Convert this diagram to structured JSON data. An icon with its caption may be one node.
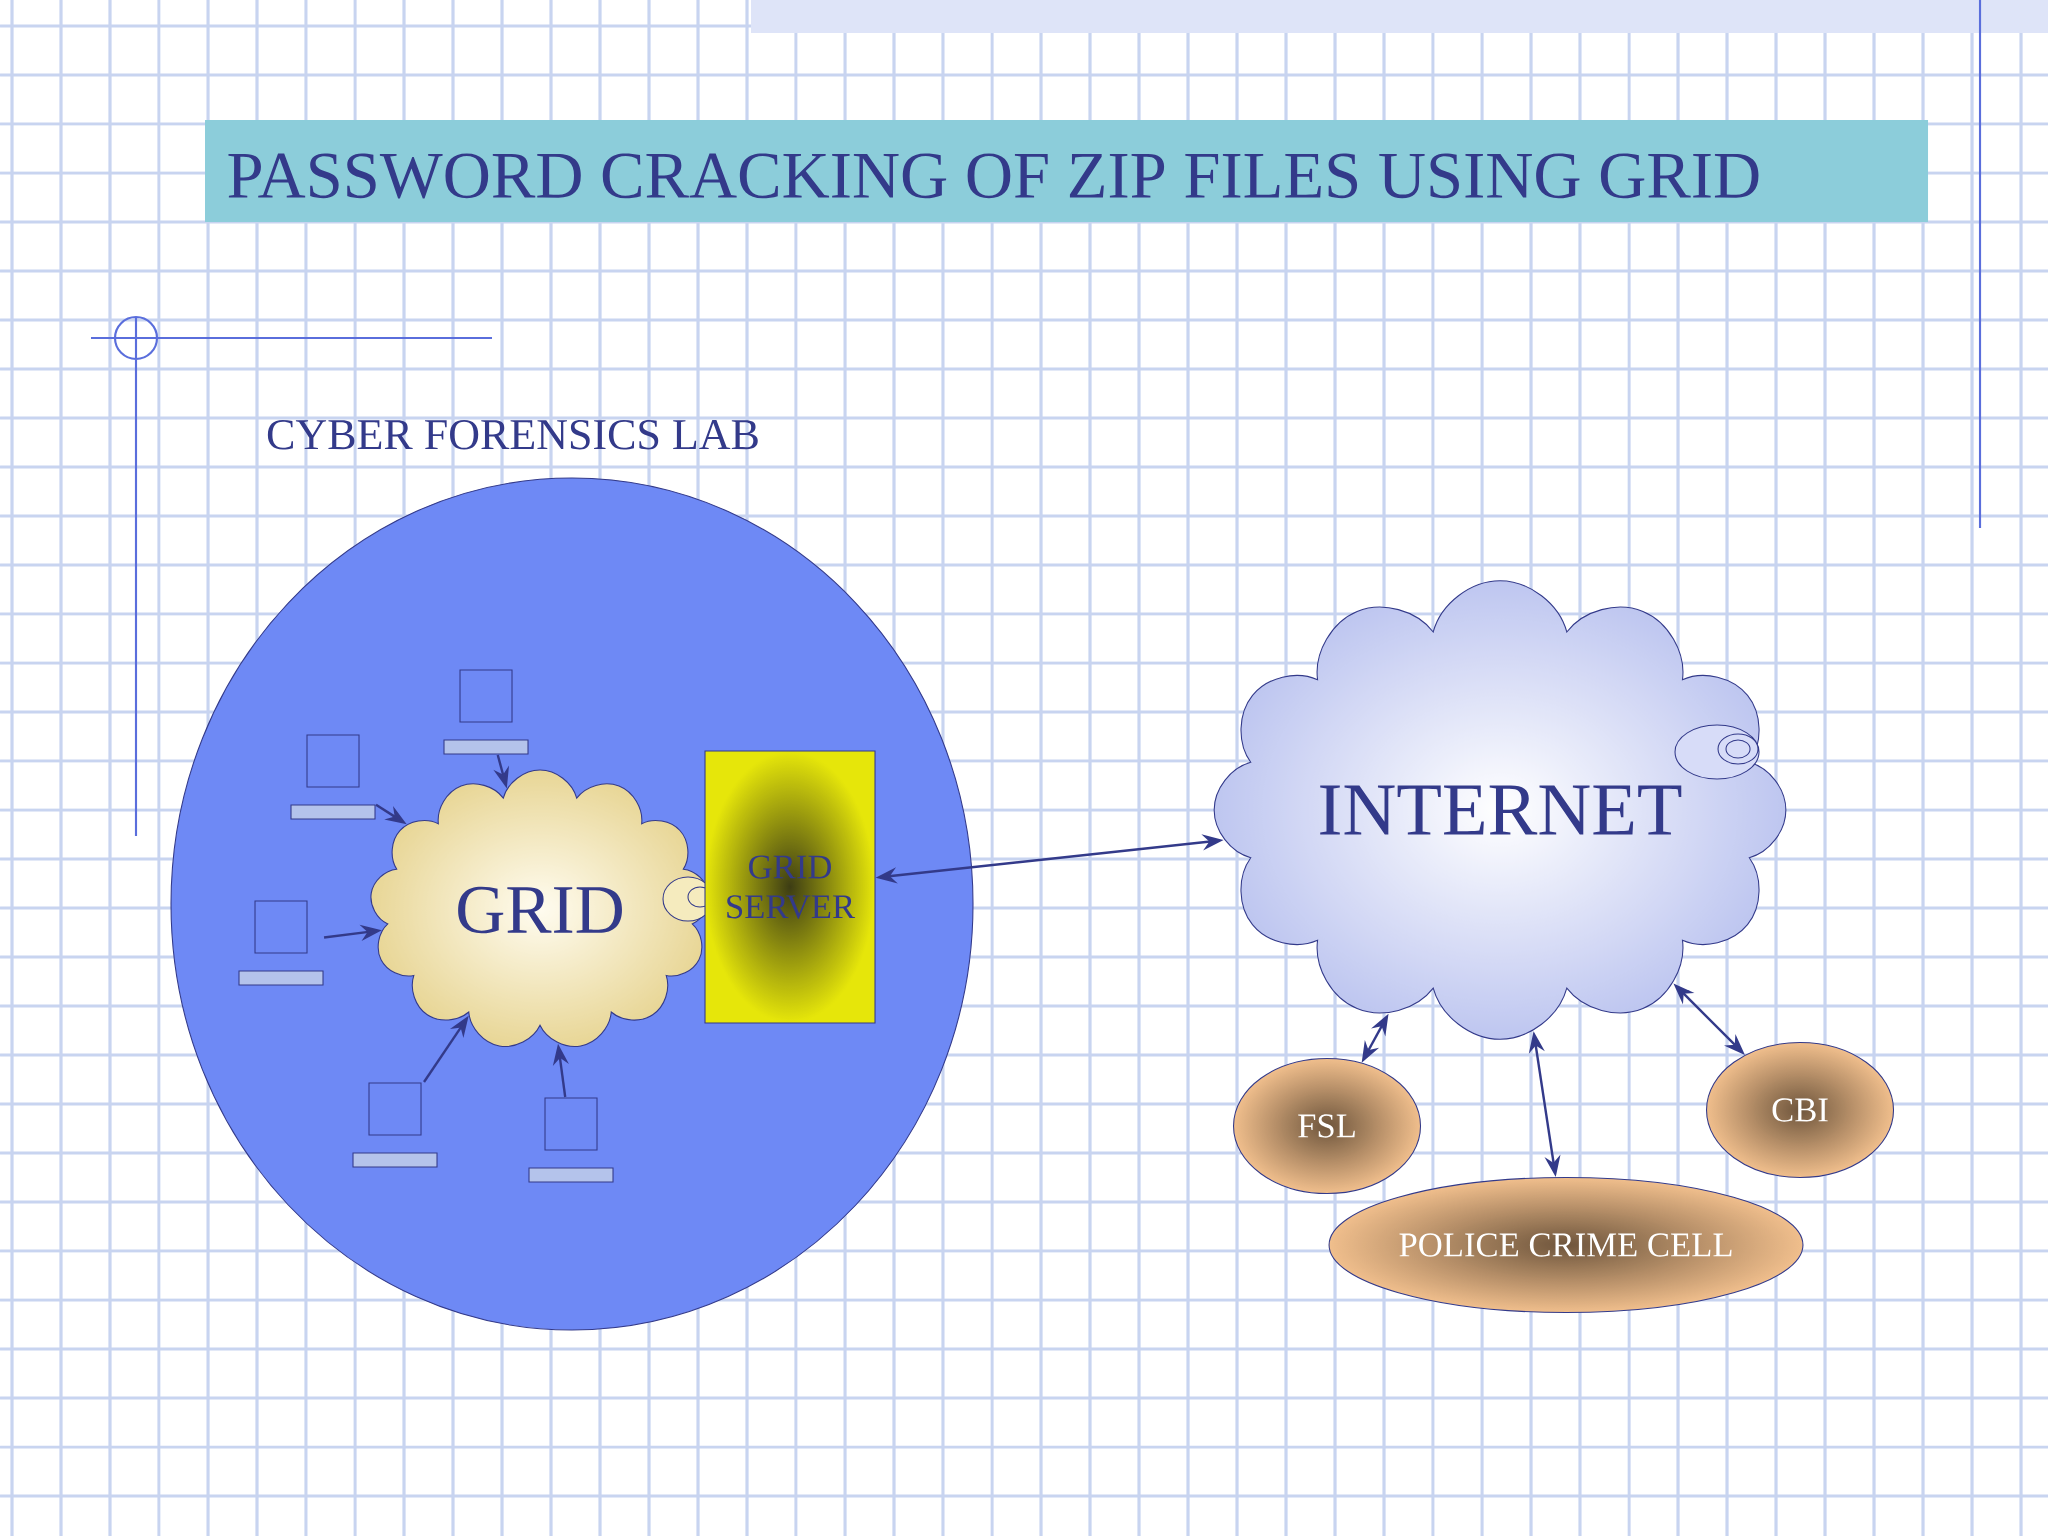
{
  "diagram": {
    "title": "PASSWORD CRACKING OF ZIP FILES USING GRID",
    "nodes": [
      {
        "text": [
          "CYBER FORENSICS LAB"
        ]
      },
      {
        "text": [
          "GRID"
        ],
        "in": 0
      },
      {
        "text": [
          "GRID SERVER"
        ],
        "in": 0
      },
      {
        "text": [],
        "shape": "computer",
        "in": 0
      },
      {
        "text": [],
        "shape": "computer",
        "in": 0
      },
      {
        "text": [],
        "shape": "computer",
        "in": 0
      },
      {
        "text": [],
        "shape": "computer",
        "in": 0
      },
      {
        "text": [],
        "shape": "computer",
        "in": 0
      },
      {
        "text": [
          "INTERNET"
        ]
      },
      {
        "text": [
          "FSL"
        ]
      },
      {
        "text": [
          "POLICE CRIME CELL"
        ]
      },
      {
        "text": [
          "CBI"
        ]
      }
    ],
    "edges": [
      {
        "from": 3,
        "to": 1,
        "arrow": "to"
      },
      {
        "from": 4,
        "to": 1,
        "arrow": "to"
      },
      {
        "from": 5,
        "to": 1,
        "arrow": "to"
      },
      {
        "from": 6,
        "to": 1,
        "arrow": "to"
      },
      {
        "from": 7,
        "to": 1,
        "arrow": "to"
      },
      {
        "from": 2,
        "to": 8,
        "arrow": "both"
      },
      {
        "from": 8,
        "to": 9,
        "arrow": "both"
      },
      {
        "from": 8,
        "to": 10,
        "arrow": "both"
      },
      {
        "from": 8,
        "to": 11,
        "arrow": "both"
      }
    ]
  }
}
